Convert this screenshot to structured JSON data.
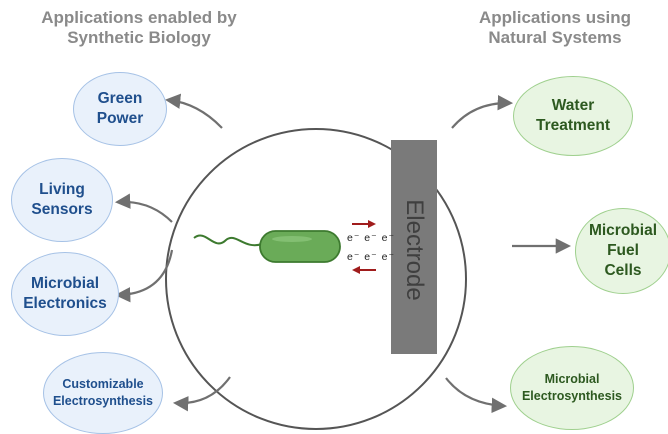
{
  "headers": {
    "left": [
      "Applications enabled by",
      "Synthetic Biology"
    ],
    "right": [
      "Applications using",
      "Natural Systems"
    ]
  },
  "left_apps": [
    [
      "Green",
      "Power"
    ],
    [
      "Living",
      "Sensors"
    ],
    [
      "Microbial",
      "Electronics"
    ],
    [
      "Customizable",
      "Electrosynthesis"
    ]
  ],
  "right_apps": [
    [
      "Water",
      "Treatment"
    ],
    [
      "Microbial",
      "Fuel",
      "Cells"
    ],
    [
      "Microbial",
      "Electrosynthesis"
    ]
  ],
  "center": {
    "electrode_label": "Electrode",
    "electron_row_top": "e⁻ e⁻ e⁻",
    "electron_row_bottom": "e⁻ e⁻ e⁻"
  },
  "colors": {
    "left_bubble_fill": "#e9f1fb",
    "left_bubble_text": "#1f4f8d",
    "right_bubble_fill": "#e8f5e2",
    "right_bubble_text": "#2d5920",
    "electrode": "#7a7a7a",
    "bacterium": "#6aab58",
    "electron_arrows": "#a01c1c",
    "connector_arrows": "#707070"
  }
}
